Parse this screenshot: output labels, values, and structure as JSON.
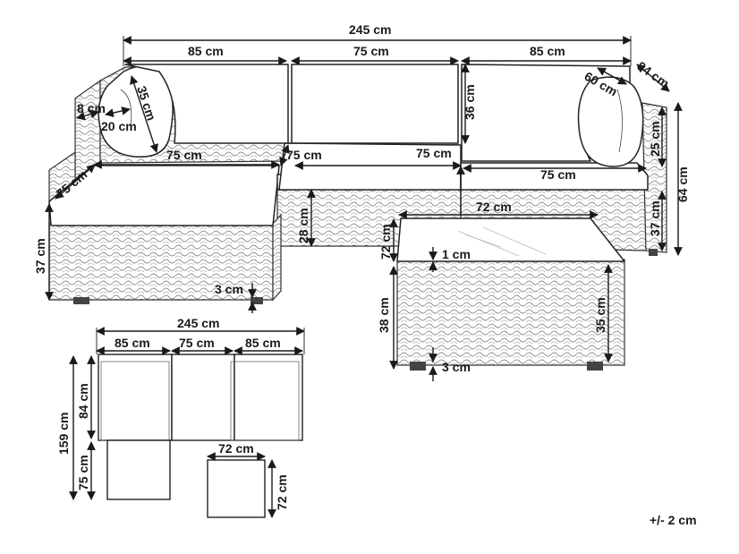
{
  "dimensions": {
    "top_total": "245 cm",
    "top_left": "85 cm",
    "top_mid": "75 cm",
    "top_right": "85 cm",
    "right_depth": "84 cm",
    "pillow_width": "60 cm",
    "arm_width": "8 cm",
    "pillow_height": "35 cm",
    "pillow_depth": "20 cm",
    "left_seat": "75 cm",
    "left_depth": "75 cm",
    "left_height": "37 cm",
    "foot_height": "3 cm",
    "mid_seat_left": "75 cm",
    "mid_seat_right": "75 cm",
    "back_height": "36 cm",
    "mid_base_height": "28 cm",
    "table_width": "72 cm",
    "table_depth": "72 cm",
    "glass_thickness": "1 cm",
    "table_height": "38 cm",
    "table_body": "35 cm",
    "table_foot": "3 cm",
    "right_seat": "75 cm",
    "right_cushion": "25 cm",
    "right_total_height": "64 cm",
    "right_base_height": "37 cm"
  },
  "plan": {
    "total": "245 cm",
    "w1": "85 cm",
    "w2": "75 cm",
    "w3": "85 cm",
    "depth_total": "159 cm",
    "depth_back": "84 cm",
    "depth_chaise": "75 cm",
    "table_w": "72 cm",
    "table_d": "72 cm"
  },
  "tolerance": "+/- 2 cm"
}
